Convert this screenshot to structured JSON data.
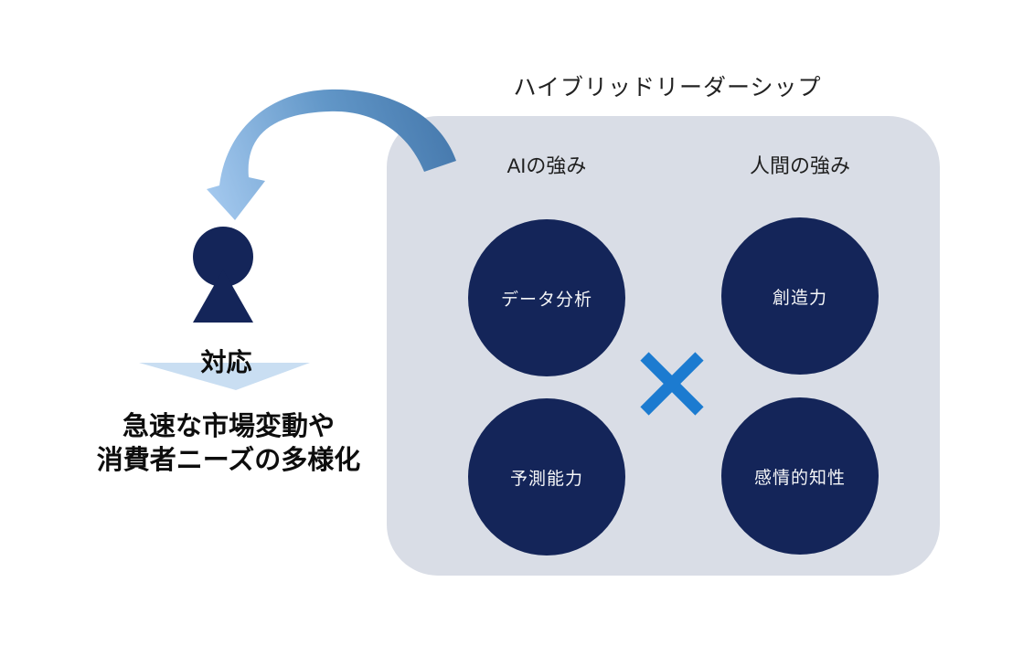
{
  "title": "ハイブリッドリーダーシップ",
  "columns": [
    {
      "header": "AIの強み",
      "top": "データ分析",
      "bottom": "予測能力"
    },
    {
      "header": "人間の強み",
      "top": "創造力",
      "bottom": "感情的知性"
    }
  ],
  "operator": "×",
  "left": {
    "response": "対応",
    "challenge_line1": "急速な市場変動や",
    "challenge_line2": "消費者ニーズの多様化"
  },
  "icons": {
    "curved_arrow": "curved-arrow-icon",
    "person": "person-icon",
    "down_triangle": "down-arrow-icon",
    "multiply": "multiply-icon"
  },
  "colors": {
    "navy": "#142559",
    "panel_bg": "#d9dde6",
    "multiply_blue": "#1c7bd0",
    "arrow_gradient_start": "#4679ad",
    "arrow_gradient_end": "#a3c8ee",
    "response_triangle": "#c9def2",
    "text": "#1a1a1a",
    "circle_text": "#ffffff"
  }
}
